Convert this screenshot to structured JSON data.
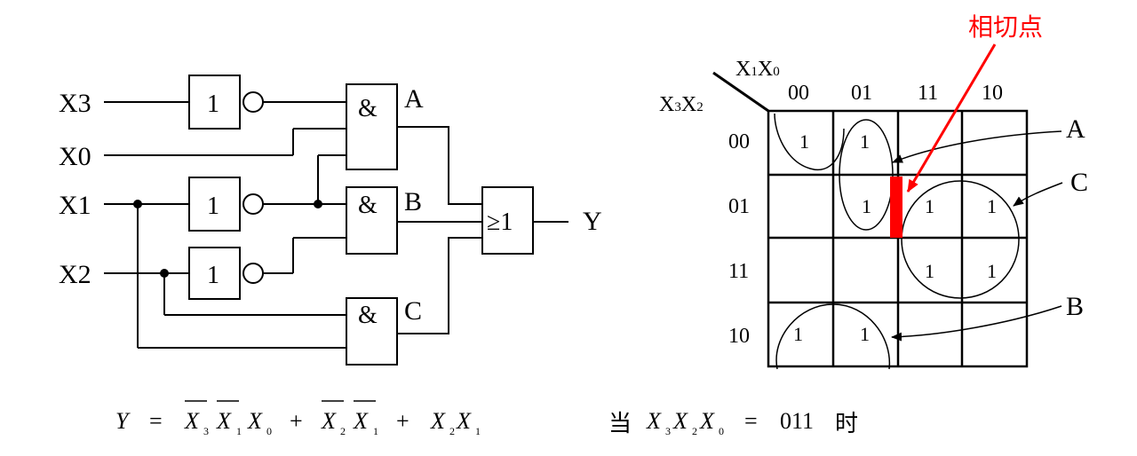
{
  "circuit": {
    "inputs": [
      "X3",
      "X0",
      "X1",
      "X2"
    ],
    "not_gate_label": "1",
    "and_gate_label": "&",
    "or_gate_label": "≥1",
    "and_gate_names": [
      "A",
      "B",
      "C"
    ],
    "output": "Y"
  },
  "equation": {
    "lhs": "Y",
    "eq": "=",
    "plus": "+",
    "terms": [
      [
        {
          "var": "X",
          "sub": "3",
          "bar": true
        },
        {
          "var": "X",
          "sub": "1",
          "bar": true
        },
        {
          "var": "X",
          "sub": "0",
          "bar": false
        }
      ],
      [
        {
          "var": "X",
          "sub": "2",
          "bar": true
        },
        {
          "var": "X",
          "sub": "1",
          "bar": true
        }
      ],
      [
        {
          "var": "X",
          "sub": "2",
          "bar": false
        },
        {
          "var": "X",
          "sub": "1",
          "bar": false
        }
      ]
    ]
  },
  "kmap": {
    "col_var_X": "X",
    "col_var_sub1": "1",
    "col_var_X2": "X",
    "col_var_sub2": "0",
    "row_var_X": "X",
    "row_var_sub1": "3",
    "row_var_X2": "X",
    "row_var_sub2": "2",
    "col_headers": [
      "00",
      "01",
      "11",
      "10"
    ],
    "row_headers": [
      "00",
      "01",
      "11",
      "10"
    ],
    "cells": [
      [
        "1",
        "1",
        "",
        ""
      ],
      [
        "",
        "1",
        "1",
        "1"
      ],
      [
        "",
        "",
        "1",
        "1"
      ],
      [
        "1",
        "1",
        "",
        ""
      ]
    ],
    "group_labels": [
      "A",
      "C",
      "B"
    ],
    "tangent_label": "相切点",
    "tangent_color": "#ff0000"
  },
  "condition": {
    "prefix": "当",
    "vars": [
      {
        "var": "X",
        "sub": "3"
      },
      {
        "var": "X",
        "sub": "2"
      },
      {
        "var": "X",
        "sub": "0"
      }
    ],
    "eq": "=",
    "value": "011",
    "suffix": "时"
  }
}
